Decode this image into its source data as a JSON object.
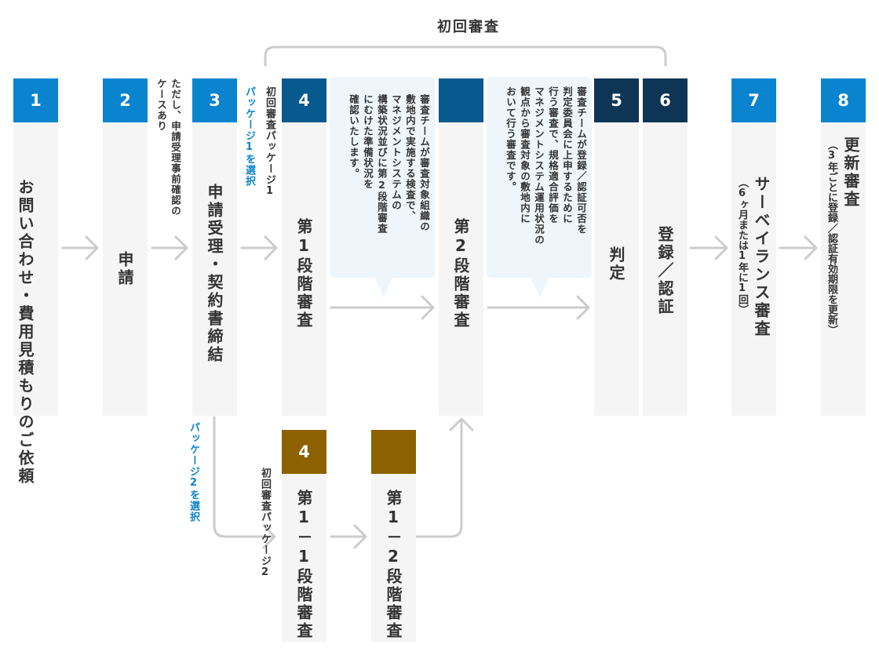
{
  "title": "初回審査",
  "steps": {
    "s1": {
      "num": "1",
      "label": "お問い合わせ・費用見積もりのご依頼"
    },
    "s2": {
      "num": "2",
      "label": "申請"
    },
    "s3": {
      "num": "3",
      "label": "申請受理・契約書締結"
    },
    "s4": {
      "num": "4",
      "label": "第1段階審査"
    },
    "s4b": {
      "num": "",
      "label": "第2段階審査"
    },
    "s5": {
      "num": "5",
      "label": "判定"
    },
    "s6": {
      "num": "6",
      "label": "登録／認証"
    },
    "s7": {
      "num": "7",
      "label": "サーベイランス審査",
      "sub": "（6ヶ月または1年に1回）"
    },
    "s8": {
      "num": "8",
      "label": "更新審査",
      "sub": "（3年ごとに登録／認証有効期限を更新）"
    },
    "s4p1": {
      "num": "4",
      "label": "第1－1段階審査"
    },
    "s4p2": {
      "label": "第1－2段階審査"
    }
  },
  "notes": {
    "precheck_line1": "ただし、申請受理事前確認の",
    "precheck_line2": "ケースあり",
    "pkg1_select": "パッケージ1を選択",
    "pkg1_name": "初回審査パッケージ1",
    "pkg2_select": "パッケージ2を選択",
    "pkg2_name": "初回審査パッケージ2",
    "stage1_desc": [
      "審査チームが審査対象組織の",
      "敷地内で実施する検査で、",
      "マネジメントシステムの",
      "構築状況並びに第2段階審査",
      "にむけた準備状況を",
      "確認いたします。"
    ],
    "judge_desc": [
      "審査チームが登録／認証可否を",
      "判定委員会に上申するために",
      "行う審査で、規格適合評価を",
      "マネジメントシステム運用状況の",
      "観点から審査対象の敷地内に",
      "おいて行う審査です。"
    ]
  },
  "colors": {
    "blue": "#0a84cf",
    "teal": "#075a8e",
    "navy": "#0f3556",
    "brown": "#8d6100",
    "arrow": "#cccccc",
    "bubble": "#eef6fc"
  }
}
